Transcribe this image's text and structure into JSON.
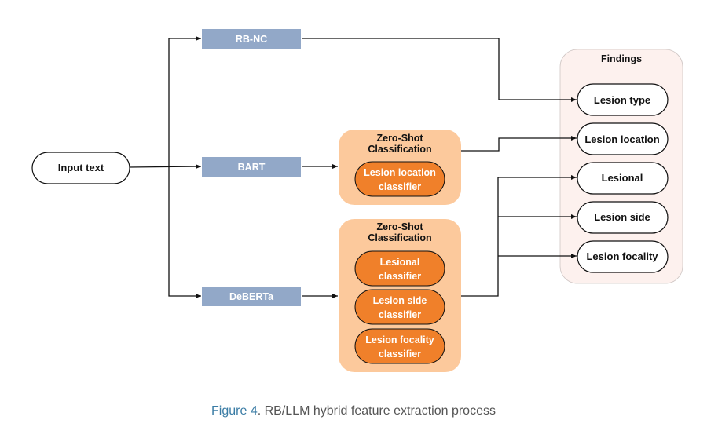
{
  "input": {
    "label": "Input text"
  },
  "models": [
    {
      "id": "rbnc",
      "label": "RB-NC"
    },
    {
      "id": "bart",
      "label": "BART"
    },
    {
      "id": "deberta",
      "label": "DeBERTa"
    }
  ],
  "zero_shot_groups": [
    {
      "title_line1": "Zero-Shot",
      "title_line2": "Classification",
      "classifiers": [
        {
          "line1": "Lesion location",
          "line2": "classifier"
        }
      ]
    },
    {
      "title_line1": "Zero-Shot",
      "title_line2": "Classification",
      "classifiers": [
        {
          "line1": "Lesional",
          "line2": "classifier"
        },
        {
          "line1": "Lesion side",
          "line2": "classifier"
        },
        {
          "line1": "Lesion focality",
          "line2": "classifier"
        }
      ]
    }
  ],
  "findings": {
    "title": "Findings",
    "items": [
      "Lesion type",
      "Lesion location",
      "Lesional",
      "Lesion side",
      "Lesion focality"
    ]
  },
  "caption": {
    "figure_label": "Figure 4",
    "text": ". RB/LLM hybrid feature extraction process"
  },
  "colors": {
    "model_box": "#92a8c8",
    "zero_shot_bg": "#fcc99c",
    "classifier": "#f0802a",
    "findings_bg": "#fdf1ee",
    "line": "#111111"
  }
}
